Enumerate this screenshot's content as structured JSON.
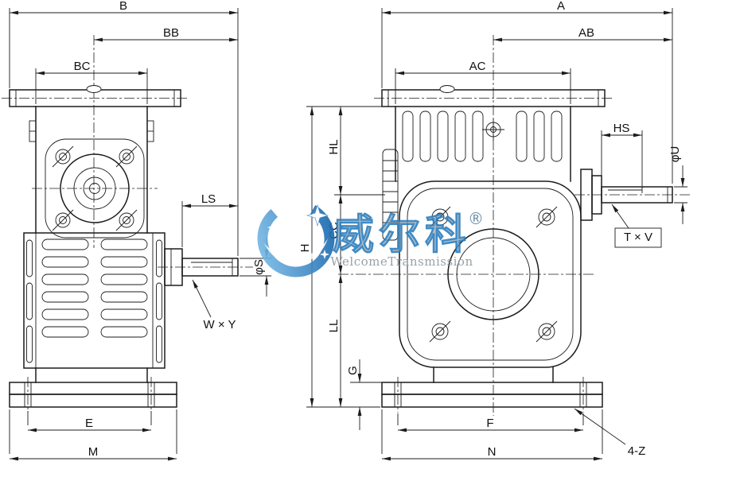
{
  "drawing": {
    "left_view": {
      "dim_b": "B",
      "dim_bb": "BB",
      "dim_bc": "BC",
      "dim_ls": "LS",
      "dim_phi_s": "φS",
      "dim_wxy": "W × Y",
      "dim_e": "E",
      "dim_m": "M"
    },
    "right_view": {
      "dim_a": "A",
      "dim_ab": "AB",
      "dim_ac": "AC",
      "dim_hl": "HL",
      "dim_cc": "CC",
      "dim_h": "H",
      "dim_ll": "LL",
      "dim_g": "G",
      "dim_hs": "HS",
      "dim_phi_u": "φU",
      "dim_txv": "T × V",
      "dim_f": "F",
      "dim_n": "N",
      "dim_four_z": "4-Z"
    },
    "watermark": {
      "brand_cn": "威尔科",
      "reg_mark": "®",
      "brand_en": "WelcomeTransmission",
      "brand_color": "#2b7fc0"
    }
  }
}
